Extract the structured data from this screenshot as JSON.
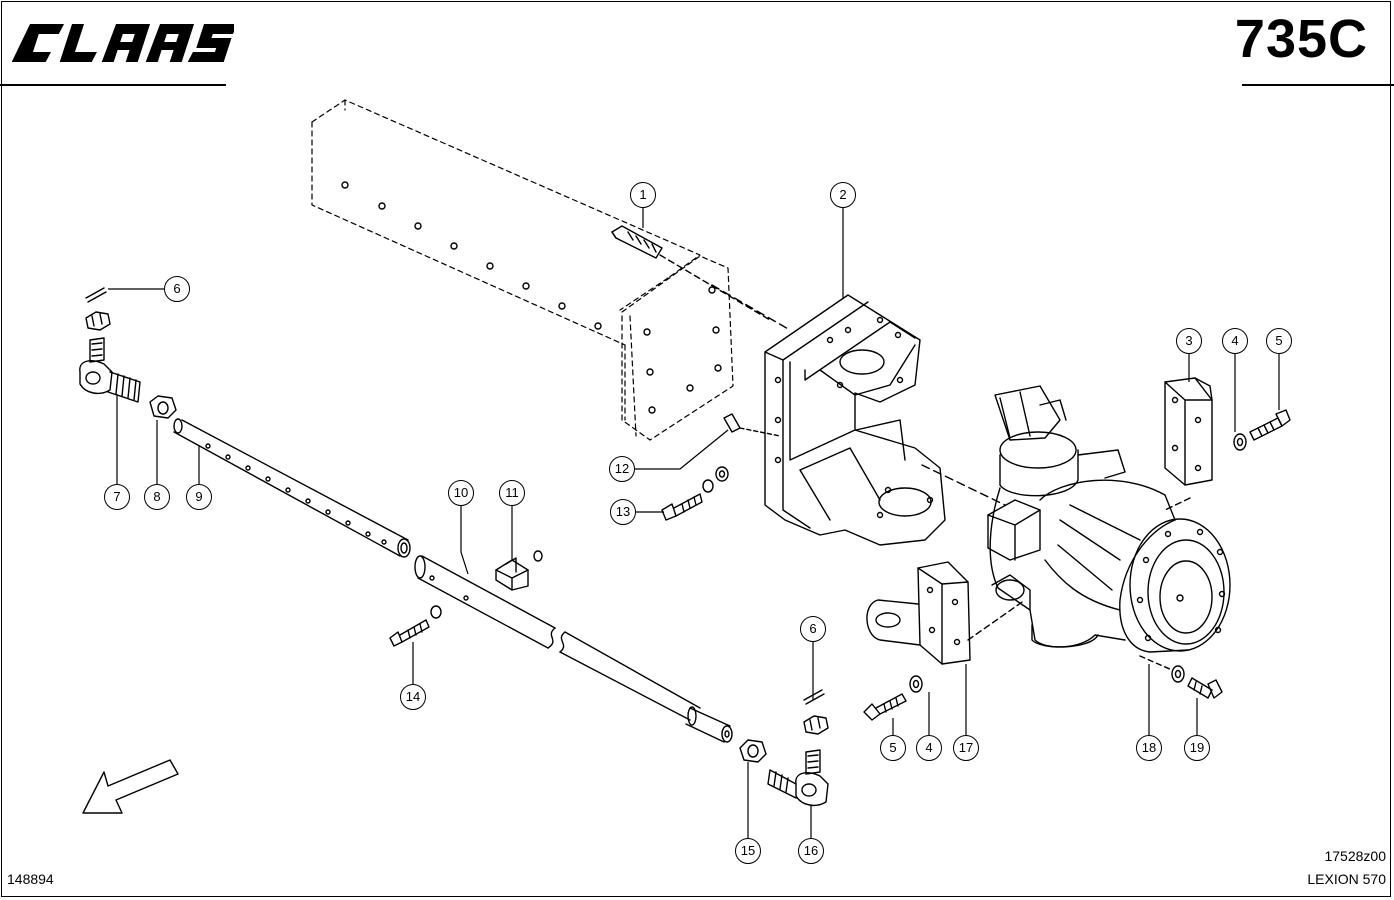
{
  "header": {
    "brand_name": "CLAAS",
    "sheet_code": "735C"
  },
  "footer": {
    "drawing_number": "148894",
    "figure_ref": "17528z00",
    "model": "LEXION 570"
  },
  "callouts": [
    "1",
    "2",
    "3",
    "4",
    "5",
    "6",
    "7",
    "8",
    "9",
    "10",
    "11",
    "12",
    "13",
    "14",
    "15",
    "16",
    "17",
    "18",
    "19"
  ],
  "callout_labels": {
    "c1": "1",
    "c2": "2",
    "c3": "3",
    "c4a": "4",
    "c5a": "5",
    "c6a": "6",
    "c7": "7",
    "c8": "8",
    "c9": "9",
    "c10": "10",
    "c11": "11",
    "c12": "12",
    "c13": "13",
    "c14": "14",
    "c15": "15",
    "c6b": "6",
    "c16": "16",
    "c5b": "5",
    "c4b": "4",
    "c17": "17",
    "c18": "18",
    "c19": "19"
  }
}
